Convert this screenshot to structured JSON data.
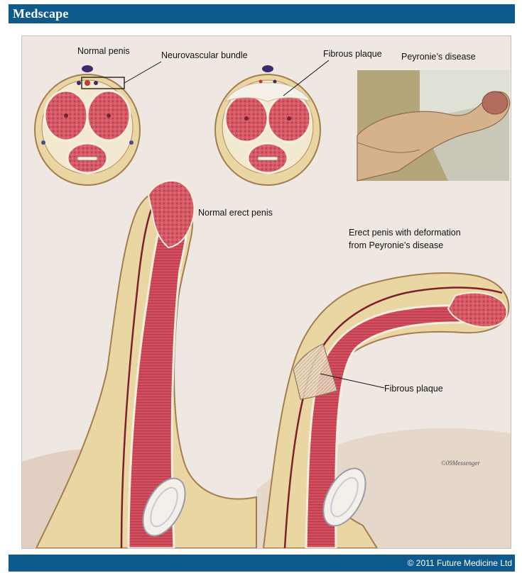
{
  "header": {
    "brand": "Medscape"
  },
  "figure": {
    "labels": {
      "normal_penis": "Normal penis",
      "neurovascular_bundle": "Neurovascular bundle",
      "fibrous_plaque_top": "Fibrous plaque",
      "peyronies_disease": "Peyronie’s disease",
      "normal_erect_penis": "Normal erect penis",
      "deformed_line1": "Erect penis with deformation",
      "deformed_line2": "from Peyronie’s disease",
      "fibrous_plaque_bottom": "Fibrous plaque"
    },
    "signature": "©09Messenger",
    "colors": {
      "tissue": "#c9495a",
      "fat": "#e9d6a3",
      "background": "#efe8e2",
      "photo": "#b4a57a"
    }
  },
  "footer": {
    "copyright": "© 2011 Future Medicine Ltd"
  }
}
